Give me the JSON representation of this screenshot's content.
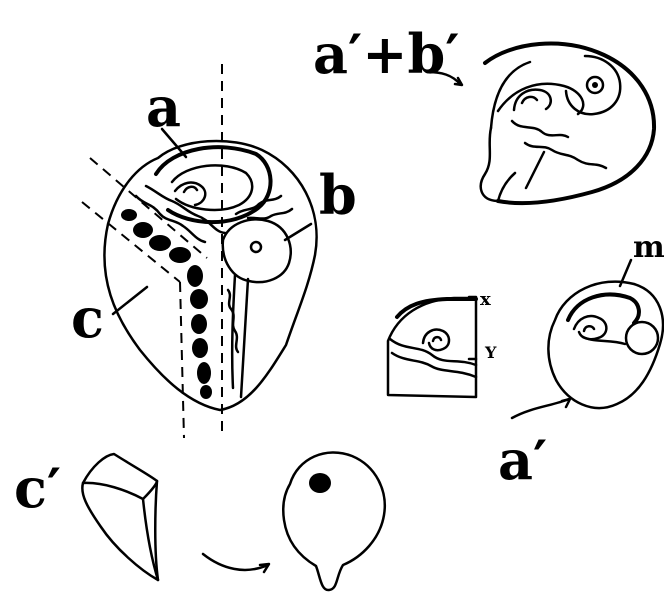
{
  "labels": {
    "a": "a",
    "b": "b",
    "c": "c",
    "a_plus_b_prime": "a′+b′",
    "a_prime": "a′",
    "c_prime": "c′",
    "m": "m",
    "x": "x",
    "y": "Y"
  }
}
